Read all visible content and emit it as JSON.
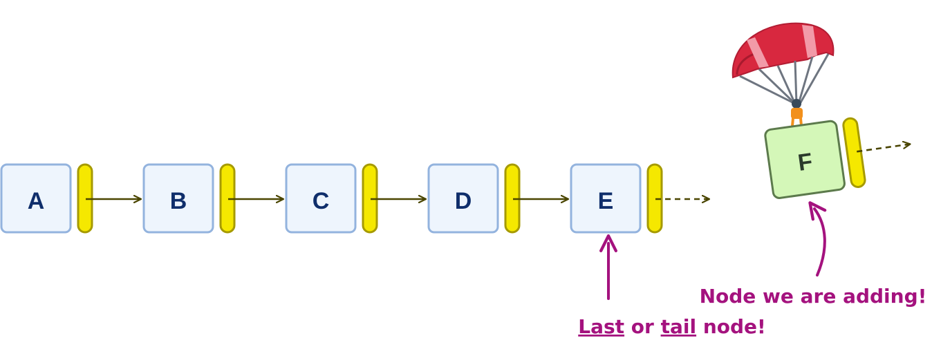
{
  "colors": {
    "node_fill": "#eef5fd",
    "node_stroke": "#93b3de",
    "pointer_fill": "#f5e800",
    "pointer_stroke": "#a69a00",
    "arrow": "#4a4500",
    "annotation": "#a4127e",
    "new_node_fill": "#d4f7b8",
    "new_node_stroke": "#5c7a4c"
  },
  "nodes": [
    {
      "label": "A"
    },
    {
      "label": "B"
    },
    {
      "label": "C"
    },
    {
      "label": "D"
    },
    {
      "label": "E"
    }
  ],
  "new_node": {
    "label": "F",
    "icon": "parachute-icon"
  },
  "annotations": {
    "tail": {
      "word1": "Last",
      "mid": " or ",
      "word2": "tail",
      "rest": " node!"
    },
    "adding": {
      "text": "Node we are adding!"
    }
  }
}
